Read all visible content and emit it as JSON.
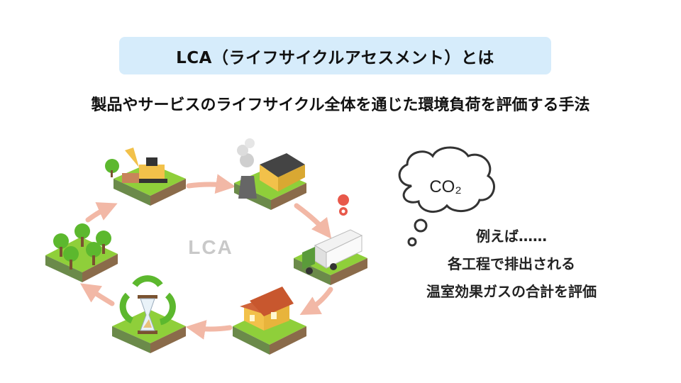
{
  "header": {
    "title": "LCA（ライフサイクルアセスメント）とは",
    "subtitle": "製品やサービスのライフサイクル全体を通じた環境負荷を評価する手法"
  },
  "cycle": {
    "center_label": "LCA",
    "stages": [
      {
        "id": "resource-extraction",
        "icon": "excavator-icon"
      },
      {
        "id": "manufacturing",
        "icon": "factory-icon"
      },
      {
        "id": "transport",
        "icon": "truck-icon"
      },
      {
        "id": "use",
        "icon": "house-icon"
      },
      {
        "id": "disposal-recycling",
        "icon": "recycle-hourglass-icon"
      },
      {
        "id": "forest",
        "icon": "tree-icon"
      }
    ],
    "arrow_color": "#f2b8a6",
    "ground_color": "#8fcf3a"
  },
  "example": {
    "cloud_text": "CO₂",
    "lines": [
      "例えば……",
      "各工程で排出される",
      "温室効果ガスの合計を評価"
    ]
  }
}
